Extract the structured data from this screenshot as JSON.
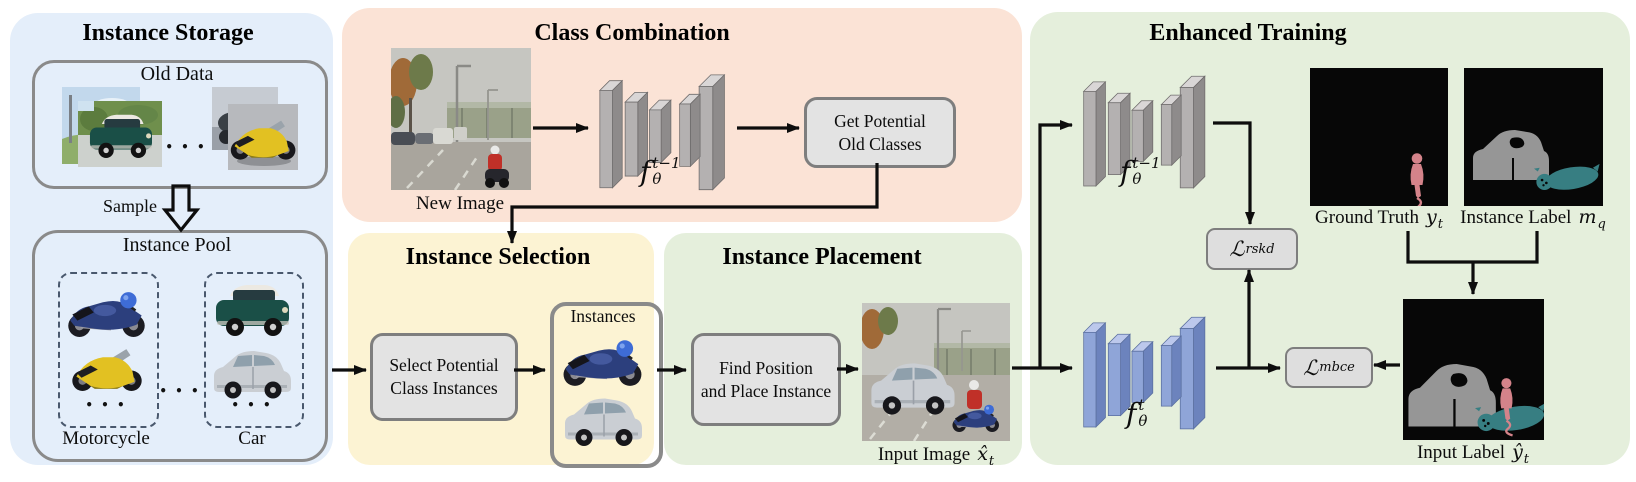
{
  "ui": {
    "ellipsis": "• • •"
  },
  "colors": {
    "panel-blue": "#e4eefa",
    "panel-pink": "#fbe3d6",
    "panel-yellow": "#fcf3d3",
    "panel-green": "#e5efdc",
    "box-fill": "#e3e3e3",
    "box-border": "#7e7e7e",
    "arrow": "#0d0d0d",
    "mask-person": "#d4838a",
    "mask-car": "#969696",
    "mask-moto": "#377e82"
  },
  "panels": {
    "instance_storage": {
      "title": "Instance Storage",
      "old_data_title": "Old Data",
      "sample_label": "Sample",
      "instance_pool_title": "Instance Pool",
      "group_motorcycle_label": "Motorcycle",
      "group_car_label": "Car"
    },
    "class_combination": {
      "title": "Class Combination",
      "new_image_caption": "New Image",
      "model_old": {
        "base": "f",
        "sub": "θ",
        "sup": "t−1"
      },
      "get_potential_line1": "Get Potential",
      "get_potential_line2": "Old Classes"
    },
    "instance_selection": {
      "title": "Instance Selection",
      "select_line1": "Select Potential",
      "select_line2": "Class Instances",
      "instances_title": "Instances"
    },
    "instance_placement": {
      "title": "Instance Placement",
      "find_line1": "Find Position",
      "find_line2": "and Place Instance",
      "input_image_caption": "Input Image",
      "input_image_math": {
        "base": "x̂",
        "sub": "t"
      }
    },
    "enhanced_training": {
      "title": "Enhanced Training",
      "model_old": {
        "base": "f",
        "sub": "θ",
        "sup": "t−1"
      },
      "model_new": {
        "base": "f",
        "sub": "θ",
        "sup": "t"
      },
      "loss_rskd": {
        "base": "ℒ",
        "sub": "rskd"
      },
      "loss_mbce": {
        "base": "ℒ",
        "sub": "mbce"
      },
      "ground_truth_caption": "Ground Truth",
      "ground_truth_math": {
        "base": "y",
        "sub": "t"
      },
      "instance_label_caption": "Instance Label",
      "instance_label_math": {
        "base": "m",
        "sub": "q"
      },
      "input_label_caption": "Input Label",
      "input_label_math": {
        "base": "ŷ",
        "sub": "t"
      }
    }
  }
}
